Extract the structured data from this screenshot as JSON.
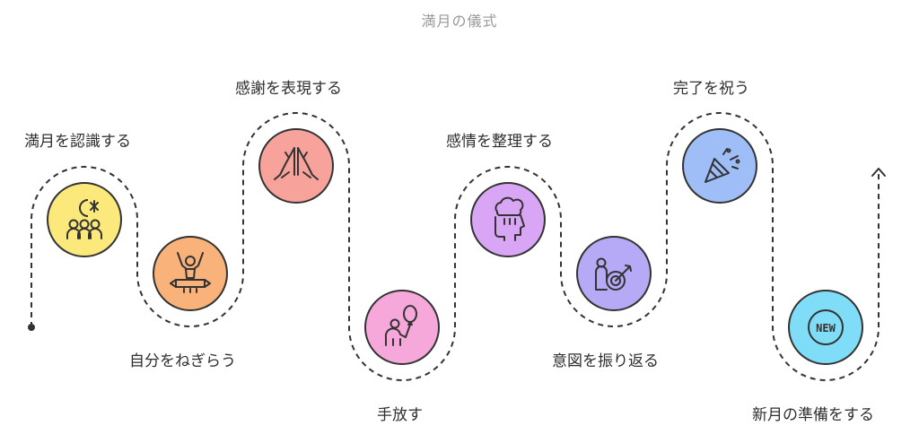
{
  "title": "満月の儀式",
  "steps": [
    {
      "label": "満月を認識する",
      "icon": "moon-community-icon",
      "color": "#FCE97C"
    },
    {
      "label": "自分をねぎらう",
      "icon": "celebrating-person-icon",
      "color": "#F9B27A"
    },
    {
      "label": "感謝を表現する",
      "icon": "praying-hands-icon",
      "color": "#F7A39C"
    },
    {
      "label": "手放す",
      "icon": "person-balloon-icon",
      "color": "#F7A8DA"
    },
    {
      "label": "感情を整理する",
      "icon": "head-cloud-icon",
      "color": "#D9A6F5"
    },
    {
      "label": "意図を振り返る",
      "icon": "person-target-icon",
      "color": "#B6A9F5"
    },
    {
      "label": "完了を祝う",
      "icon": "party-popper-icon",
      "color": "#9FBDF7"
    },
    {
      "label": "新月の準備をする",
      "icon": "new-badge-icon",
      "color": "#7FDDF7"
    }
  ],
  "new_badge_text": "NEW"
}
